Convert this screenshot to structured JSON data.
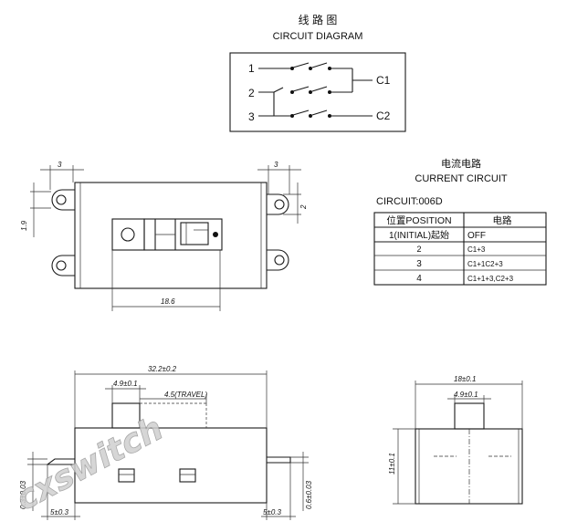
{
  "circuit_diagram": {
    "title_cn": "线 路 图",
    "title_en": "CIRCUIT DIAGRAM",
    "terminals": [
      "1",
      "2",
      "3"
    ],
    "outputs": [
      "C1",
      "C2"
    ]
  },
  "current_circuit": {
    "title_cn": "电流电路",
    "title_en": "CURRENT CIRCUIT",
    "code": "CIRCUIT:006D",
    "headers": [
      "位置POSITION",
      "电路"
    ],
    "rows": [
      [
        "1(INITIAL)起始",
        "OFF"
      ],
      [
        "2",
        "C1+3"
      ],
      [
        "3",
        "C1+1C2+3"
      ],
      [
        "4",
        "C1+1+3,C2+3"
      ]
    ]
  },
  "top_view_dims": {
    "left_3": "3",
    "right_3": "3",
    "height_1_9": "1.9",
    "right_2": "2",
    "width_18_6": "18.6"
  },
  "front_view_dims": {
    "overall": "32.2±0.2",
    "knob": "4.9±0.1",
    "travel": "4.5(TRAVEL)",
    "left_bottom": "5±0.3",
    "right_bottom": "5±0.3",
    "left_thick": "0.3±0.03",
    "right_thick": "0.6±0.03"
  },
  "side_view_dims": {
    "width": "18±0.1",
    "knob": "4.9±0.1",
    "height": "11±0.1"
  },
  "watermark": "cxswitch"
}
